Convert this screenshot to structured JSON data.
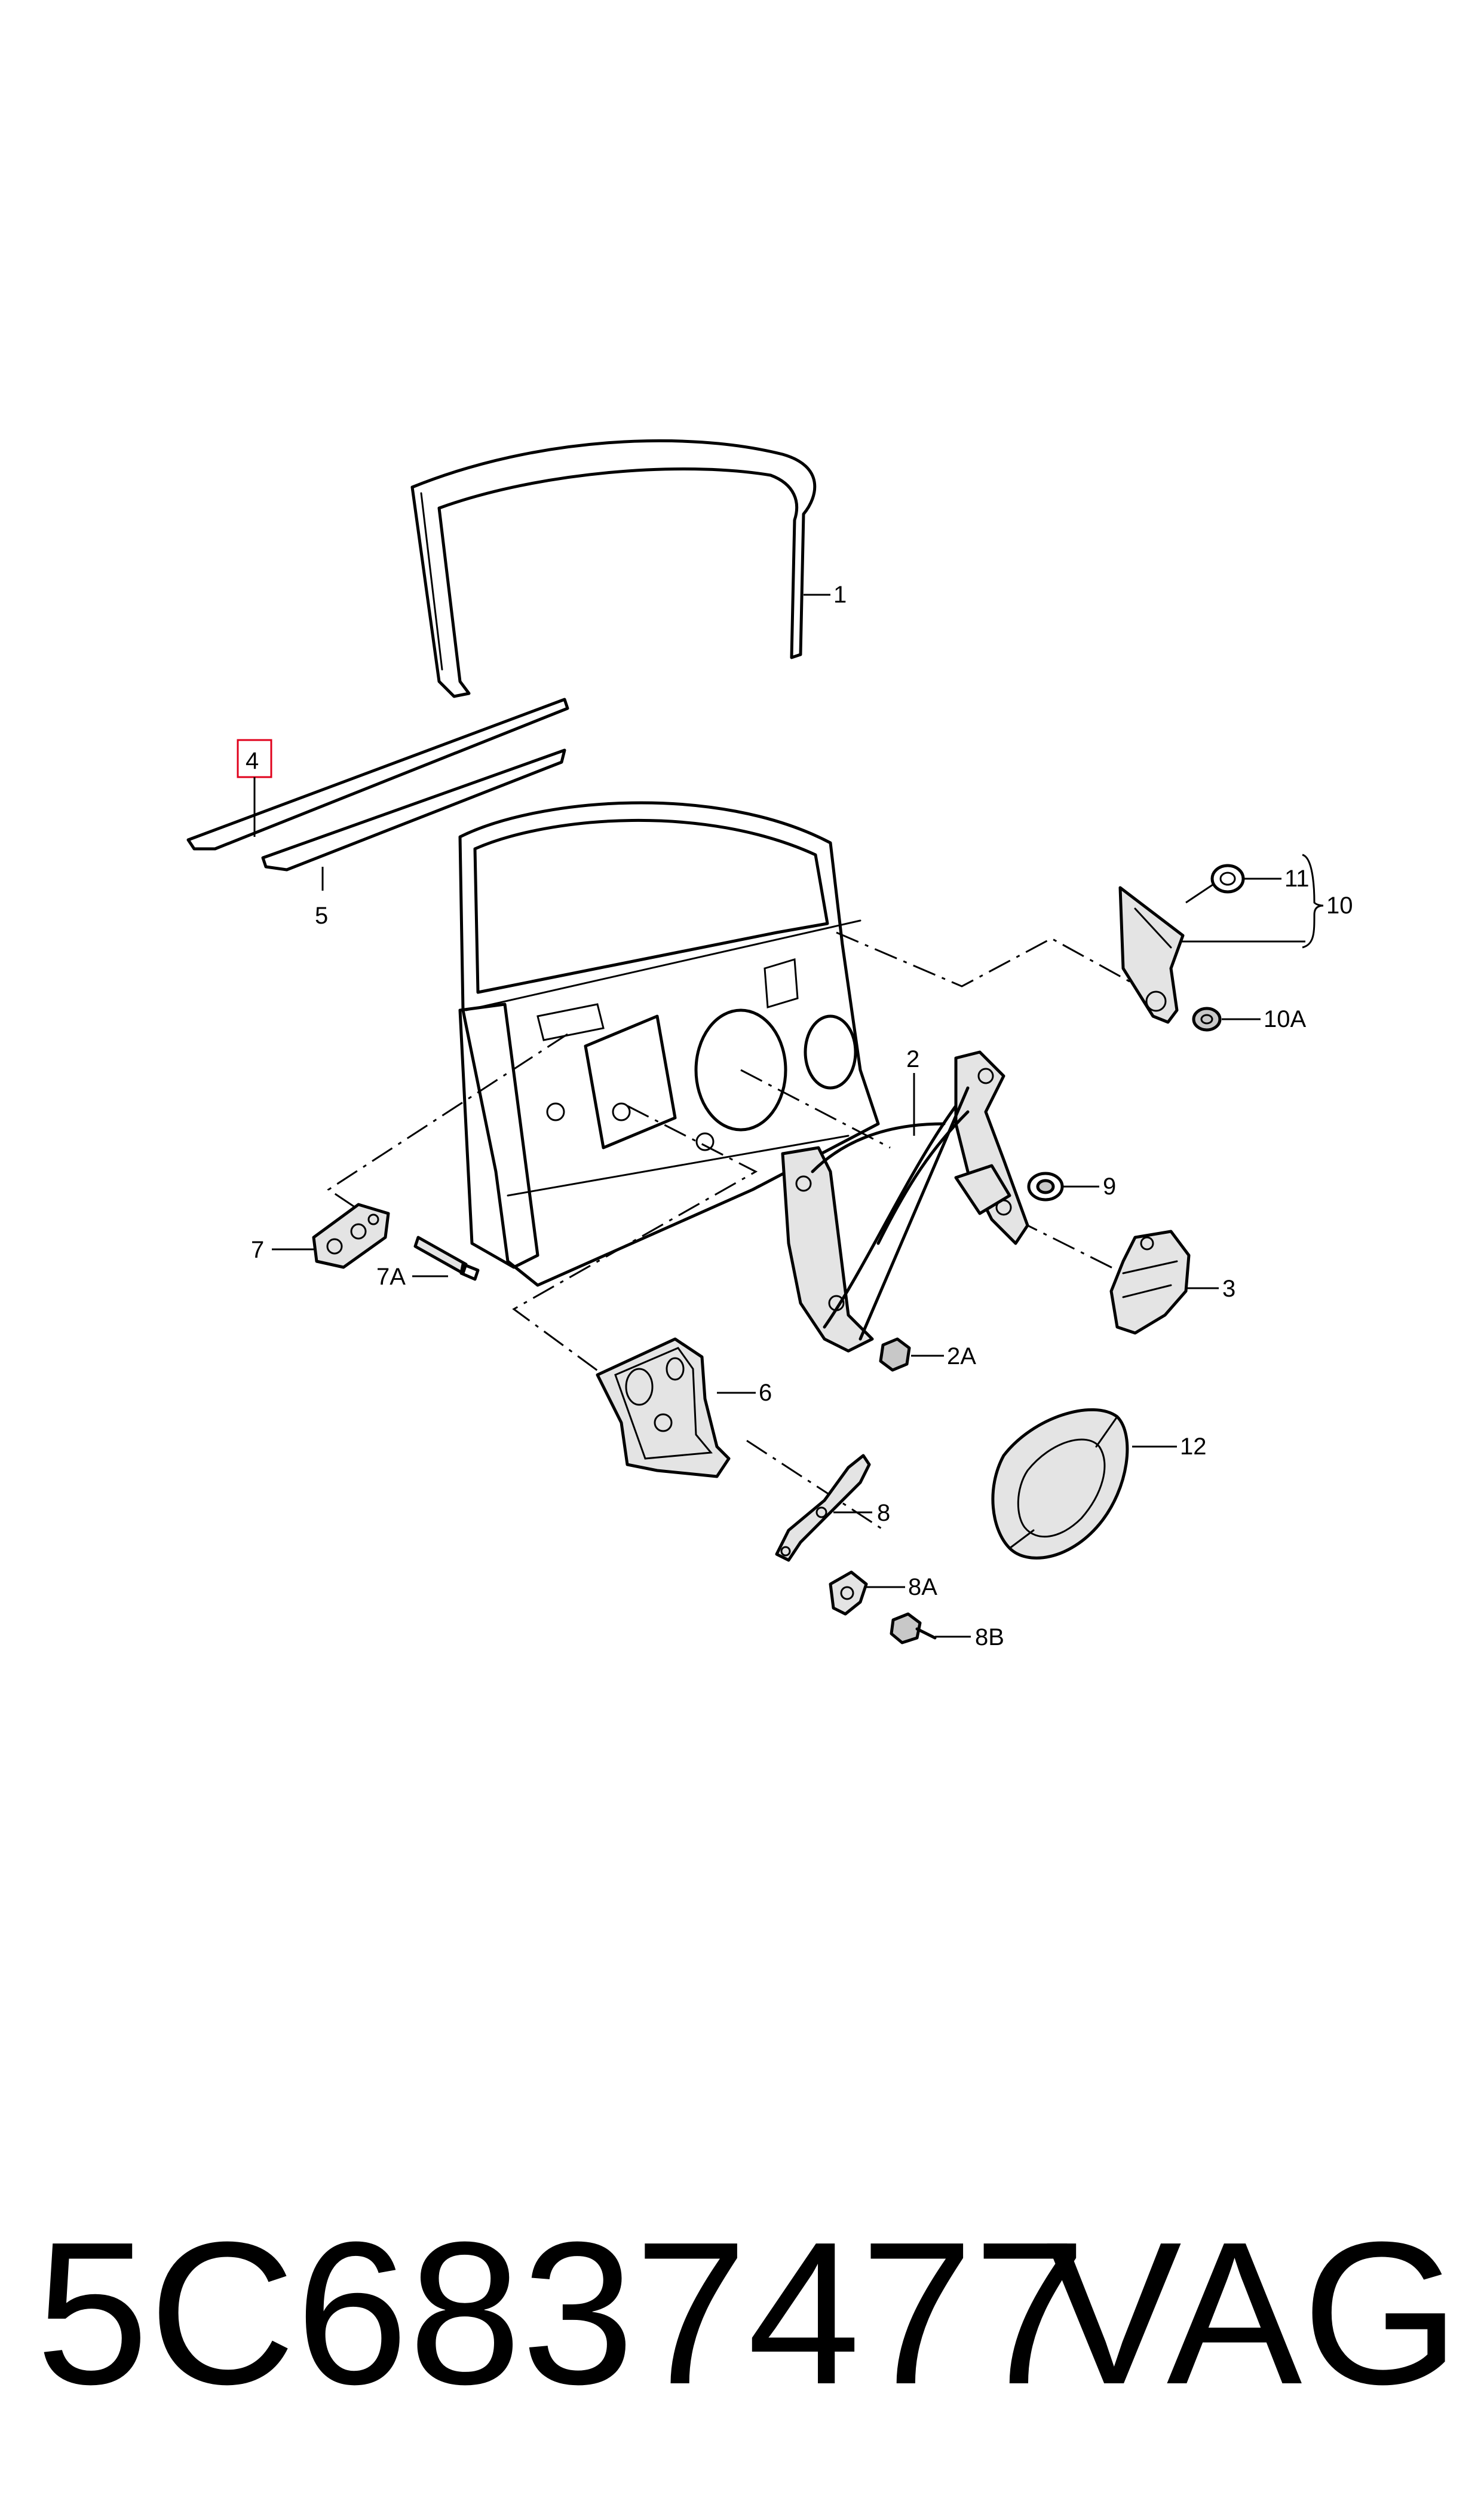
{
  "diagram": {
    "callouts": {
      "c1": "1",
      "c2": "2",
      "c2a": "2A",
      "c3": "3",
      "c4": "4",
      "c5": "5",
      "c6": "6",
      "c7": "7",
      "c7a": "7A",
      "c8": "8",
      "c8a": "8A",
      "c8b": "8B",
      "c9": "9",
      "c10": "10",
      "c10a": "10A",
      "c11": "11",
      "c12": "12"
    },
    "highlighted_callout": "4"
  },
  "footer": {
    "part_number": "5C6837477",
    "brand": "VAG"
  },
  "colors": {
    "line": "#000000",
    "highlight": "#e0001b",
    "background": "#ffffff"
  }
}
